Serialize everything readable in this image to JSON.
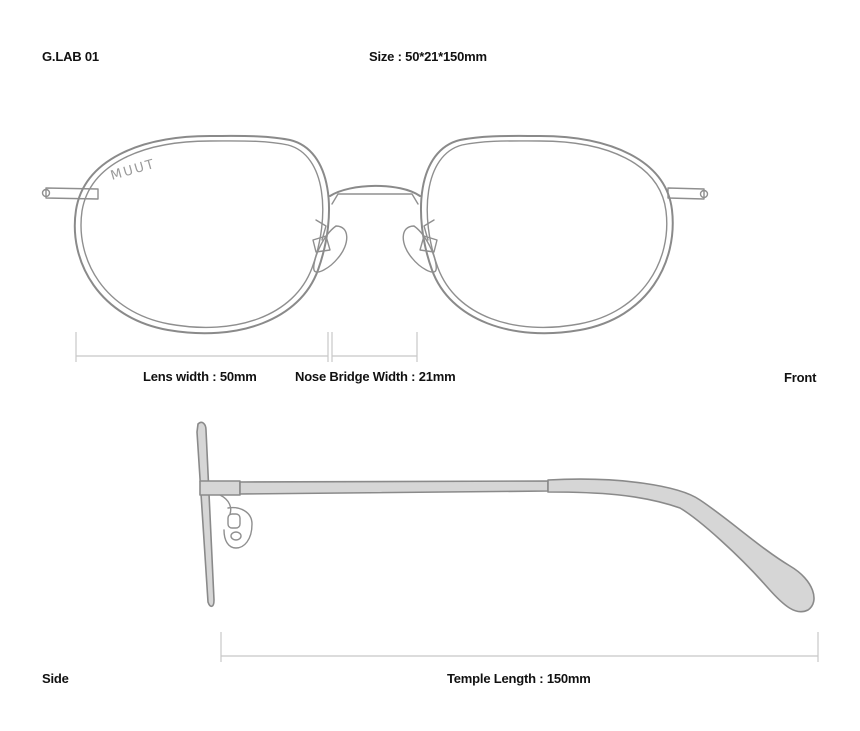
{
  "header": {
    "model": "G.LAB 01",
    "size": "Size : 50*21*150mm"
  },
  "front_view": {
    "brand_mark": "MUUT",
    "lens_width_label": "Lens width : 50mm",
    "nose_bridge_label": "Nose Bridge Width : 21mm",
    "view_label": "Front"
  },
  "side_view": {
    "view_label": "Side",
    "temple_length_label": "Temple Length : 150mm"
  }
}
